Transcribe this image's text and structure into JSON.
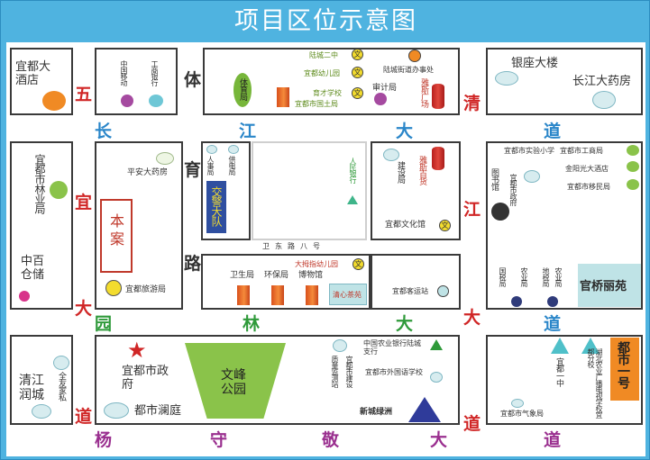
{
  "title": "项目区位示意图",
  "roads": {
    "wuyichang": [
      "五",
      "宜",
      "长"
    ],
    "jiangda": [
      "江",
      "大"
    ],
    "qingjiang_dadao": [
      "清",
      "道"
    ],
    "yiduda": [
      "宜",
      "大",
      "道"
    ],
    "jiangdadao": [
      "江",
      "大",
      "道"
    ],
    "tiyuyu": [
      "体",
      "育",
      "路"
    ],
    "yuanlin": [
      "园",
      "林",
      "大"
    ],
    "yangshou": [
      "杨",
      "守",
      "敬",
      "大",
      "道"
    ],
    "wuyi_left": [
      "五",
      "宜",
      "大",
      "道"
    ]
  },
  "places": {
    "hotel": "宜都大酒店",
    "mobile": "中国移动",
    "icbc": "工商银行",
    "stadium": "体育局",
    "luchen_school": "陆城二中",
    "kindergarten": "宜都幼儿园",
    "yucai": "育才学校",
    "land_bureau": "宜都市国土局",
    "office": "陆城街道办事处",
    "plaza": "雅斯广场",
    "audit": "审计局",
    "silver": "银座大楼",
    "changjiang": "长江大药房",
    "forestry": "宜都市林业局",
    "pharmacy": "平安大药房",
    "project": "本案",
    "tourism": "宜都旅游局",
    "storage": "中百仓储",
    "people": "人事局",
    "power": "供电局",
    "police": "交警大队",
    "bank": "人民银行",
    "constr": "建设局",
    "yasi": "雅斯百货",
    "culture": "宜都文化馆",
    "library": "图书馆",
    "shiyan": "宜都市实验小学",
    "jinyang": "金阳光大酒店",
    "icbc_ind": "宜都市工商局",
    "immig": "宜都市移民局",
    "health": "卫生局",
    "env": "环保局",
    "museum": "博物馆",
    "kinder_big": "大拇指幼儿园",
    "qingxin": "清心茶苑",
    "transport": "宜都客运站",
    "tax": "国税局",
    "agri": "农业局",
    "dishui": "地税局",
    "guanqiao": "官桥丽苑",
    "yidu_no1": "都市一号",
    "gov": "宜都市政府",
    "yuanting": "都市澜庭",
    "wenfeng": "文峰公园",
    "qingjiang": "清江润城",
    "quanyou": "全友家私",
    "quality": "质量监测站",
    "jianshe": "宜都市建设",
    "abc": "中国农业银行陆城支行",
    "waiguoyu": "宜都市外国语学校",
    "xincheng": "新城绿洲",
    "yizhong": "宜都一中",
    "weather": "宜都市气象局",
    "hubei": "湖北农业广播电视学校宜都分校",
    "tiyu_lu": "卫东路八号"
  },
  "edu_mark": "文",
  "colors": {
    "frame": "#4fb3e0",
    "road_red": "#d02626",
    "road_blue": "#2a86c9",
    "road_green": "#2f9a3a",
    "road_purple": "#9a2f8f"
  }
}
